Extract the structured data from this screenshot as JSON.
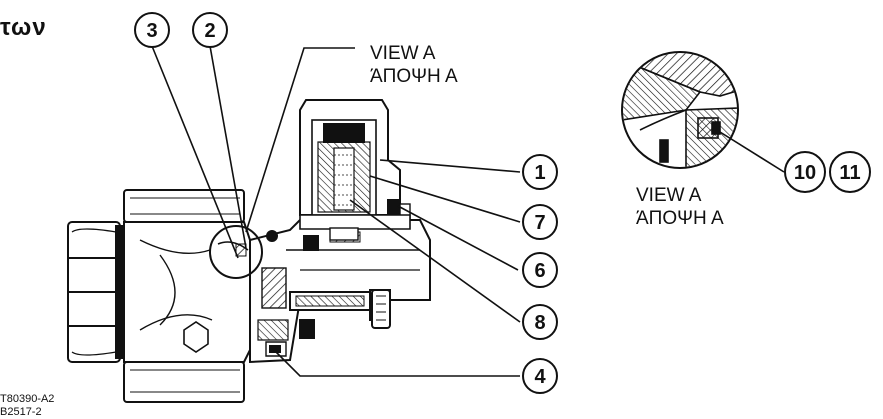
{
  "heading": "των",
  "view_label_main": {
    "en": "VIEW A",
    "gr": "ΆΠΟΨΗ Α"
  },
  "view_label_detail": {
    "en": "VIEW A",
    "gr": "ΆΠΟΨΗ Α"
  },
  "callouts": [
    "3",
    "2",
    "1",
    "7",
    "6",
    "8",
    "4",
    "10",
    "11"
  ],
  "codes": [
    "T80390-A2",
    "B2517-2"
  ]
}
